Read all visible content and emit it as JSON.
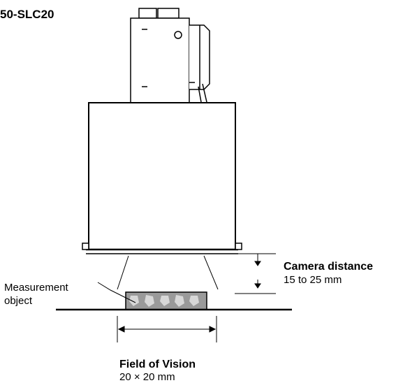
{
  "model": {
    "name": "50-SLC20"
  },
  "labels": {
    "measurement_line1": "Measurement",
    "measurement_line2": "object",
    "camera_distance_title": "Camera distance",
    "camera_distance_value": "15 to 25 mm",
    "field_of_vision_title": "Field of Vision",
    "field_of_vision_value": "20 × 20 mm"
  }
}
